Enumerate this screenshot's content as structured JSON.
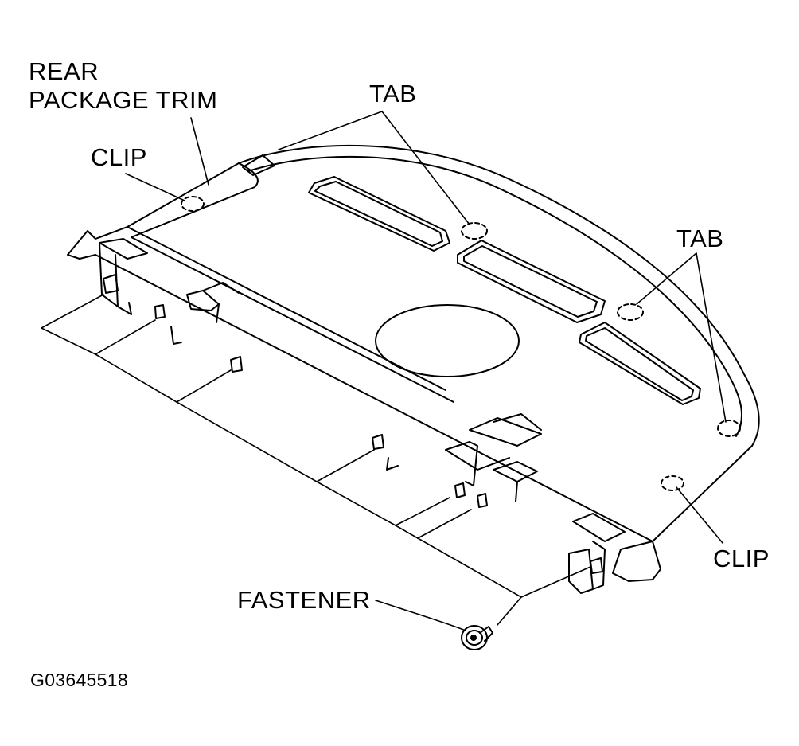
{
  "labels": {
    "rear_package_trim_line1": "REAR",
    "rear_package_trim_line2": "PACKAGE TRIM",
    "clip_left": "CLIP",
    "tab_top": "TAB",
    "tab_right": "TAB",
    "clip_right": "CLIP",
    "fastener": "FASTENER",
    "figure_id": "G03645518"
  },
  "colors": {
    "ink": "#000000",
    "paper": "#ffffff"
  }
}
